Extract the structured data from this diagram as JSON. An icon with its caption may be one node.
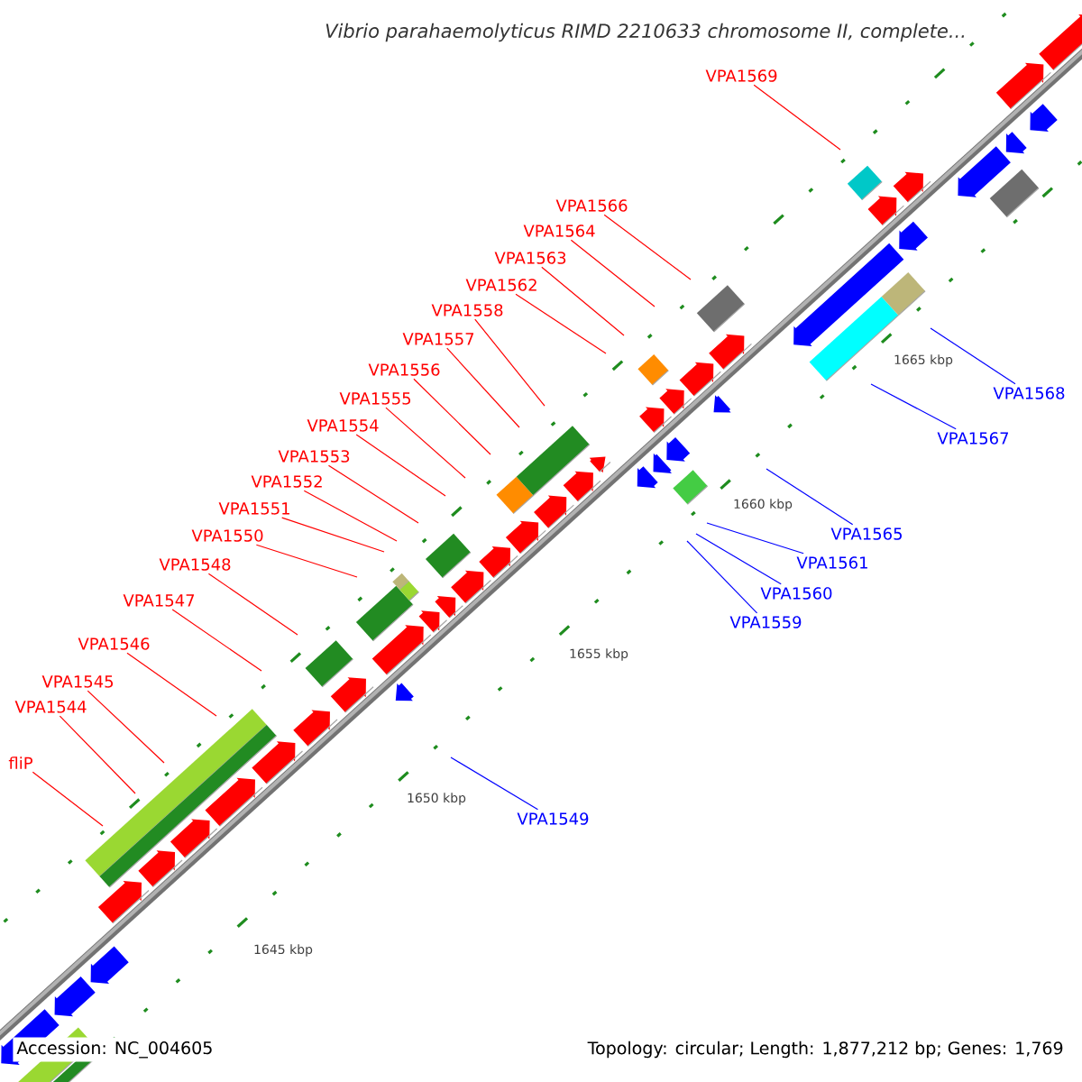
{
  "diagram": {
    "title": "Vibrio parahaemolyticus RIMD 2210633 chromosome II, complete...",
    "nodes": [
      {
        "text": [
          "VPA1569"
        ]
      },
      {
        "text": [
          "VPA1566"
        ]
      },
      {
        "text": [
          "VPA1564"
        ]
      },
      {
        "text": [
          "VPA1563"
        ]
      },
      {
        "text": [
          "VPA1562"
        ]
      },
      {
        "text": [
          "VPA1558"
        ]
      },
      {
        "text": [
          "VPA1557"
        ]
      },
      {
        "text": [
          "VPA1556"
        ]
      },
      {
        "text": [
          "VPA1555"
        ]
      },
      {
        "text": [
          "VPA1554"
        ]
      },
      {
        "text": [
          "VPA1553"
        ]
      },
      {
        "text": [
          "VPA1552"
        ]
      },
      {
        "text": [
          "VPA1551"
        ]
      },
      {
        "text": [
          "VPA1550"
        ]
      },
      {
        "text": [
          "VPA1548"
        ]
      },
      {
        "text": [
          "VPA1547"
        ]
      },
      {
        "text": [
          "VPA1546"
        ]
      },
      {
        "text": [
          "VPA1545"
        ]
      },
      {
        "text": [
          "VPA1544"
        ]
      },
      {
        "text": [
          "fliP"
        ]
      },
      {
        "text": [
          "VPA1568"
        ]
      },
      {
        "text": [
          "VPA1567"
        ]
      },
      {
        "text": [
          "VPA1565"
        ]
      },
      {
        "text": [
          "VPA1561"
        ]
      },
      {
        "text": [
          "VPA1560"
        ]
      },
      {
        "text": [
          "VPA1559"
        ]
      },
      {
        "text": [
          "VPA1549"
        ]
      }
    ],
    "edges": [
      {
        "from": 0,
        "to": null,
        "arrow": "none"
      },
      {
        "from": 1,
        "to": null,
        "arrow": "none"
      },
      {
        "from": 2,
        "to": null,
        "arrow": "none"
      },
      {
        "from": 3,
        "to": null,
        "arrow": "none"
      },
      {
        "from": 4,
        "to": null,
        "arrow": "none"
      },
      {
        "from": 5,
        "to": null,
        "arrow": "none"
      },
      {
        "from": 6,
        "to": null,
        "arrow": "none"
      },
      {
        "from": 7,
        "to": null,
        "arrow": "none"
      },
      {
        "from": 8,
        "to": null,
        "arrow": "none"
      },
      {
        "from": 9,
        "to": null,
        "arrow": "none"
      },
      {
        "from": 10,
        "to": null,
        "arrow": "none"
      },
      {
        "from": 11,
        "to": null,
        "arrow": "none"
      },
      {
        "from": 12,
        "to": null,
        "arrow": "none"
      },
      {
        "from": 13,
        "to": null,
        "arrow": "none"
      },
      {
        "from": 14,
        "to": null,
        "arrow": "none"
      },
      {
        "from": 15,
        "to": null,
        "arrow": "none"
      },
      {
        "from": 16,
        "to": null,
        "arrow": "none"
      },
      {
        "from": 17,
        "to": null,
        "arrow": "none"
      },
      {
        "from": 18,
        "to": null,
        "arrow": "none"
      },
      {
        "from": 19,
        "to": null,
        "arrow": "none"
      },
      {
        "from": 20,
        "to": null,
        "arrow": "none",
        "color": "#0000ff"
      },
      {
        "from": 21,
        "to": null,
        "arrow": "none",
        "color": "#0000ff"
      },
      {
        "from": 22,
        "to": null,
        "arrow": "none",
        "color": "#0000ff"
      },
      {
        "from": 23,
        "to": null,
        "arrow": "none",
        "color": "#0000ff"
      },
      {
        "from": 24,
        "to": null,
        "arrow": "none",
        "color": "#0000ff"
      },
      {
        "from": 25,
        "to": null,
        "arrow": "none",
        "color": "#0000ff"
      },
      {
        "from": 26,
        "to": null,
        "arrow": "none",
        "color": "#0000ff"
      }
    ],
    "labels": [
      "1665 kbp",
      "1660 kbp",
      "1655 kbp",
      "1650 kbp",
      "1645 kbp",
      "Accession: NC_004605",
      "Topology: circular; Length: 1,877,212 bp; Genes: 1,769"
    ]
  }
}
